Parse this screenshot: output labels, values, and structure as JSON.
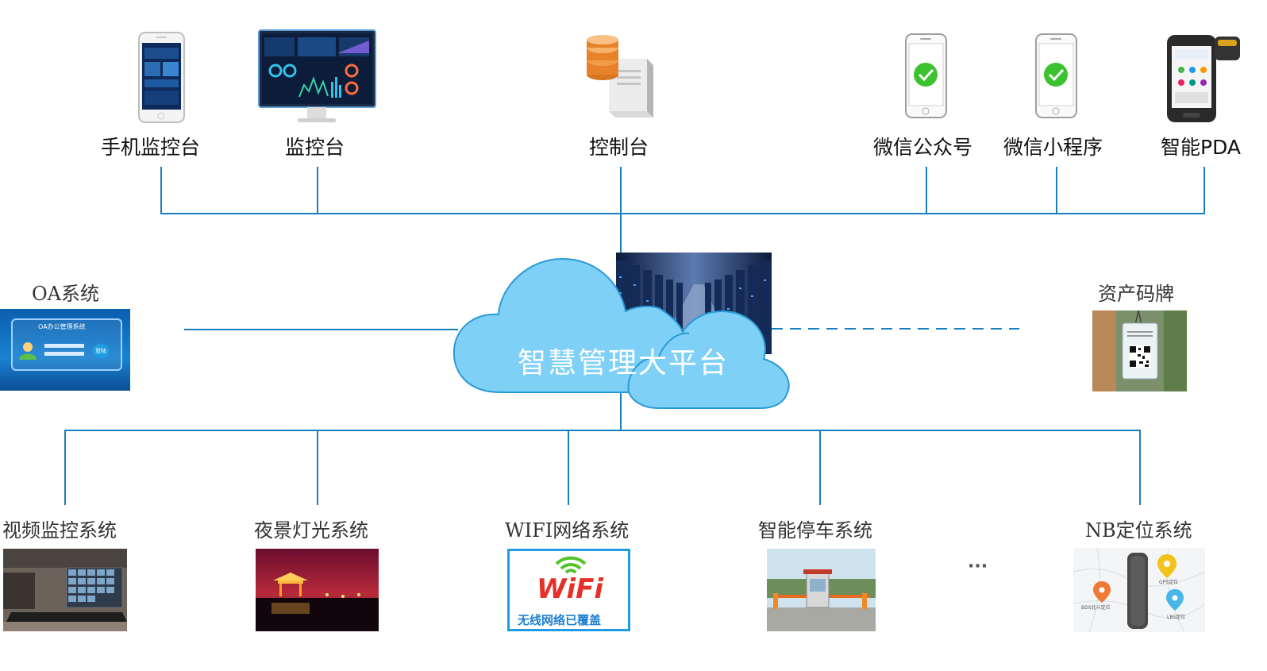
{
  "top_row": {
    "mobile_monitor": "手机监控台",
    "monitor": "监控台",
    "console": "控制台",
    "wechat_official": "微信公众号",
    "wechat_mini": "微信小程序",
    "smart_pda": "智能PDA"
  },
  "center": {
    "platform_name": "智慧管理大平台"
  },
  "side": {
    "oa_label": "OA系统",
    "oa_window_title": "OA办公管理系统",
    "oa_login_button": "登陆",
    "asset_label": "资产码牌"
  },
  "bottom_row": {
    "video": "视频监控系统",
    "night_light": "夜景灯光系统",
    "wifi": "WIFI网络系统",
    "wifi_brand": "WiFi",
    "wifi_caption": "无线网络已覆盖",
    "parking": "智能停车系统",
    "more": "···",
    "nb": "NB定位系统",
    "nb_gps": "GPS定位",
    "nb_beidou": "BDS北斗定位",
    "nb_lbs": "LBS定位"
  },
  "colors": {
    "wire": "#1a7fc1",
    "cloud_fill": "#7fd0f7",
    "cloud_stroke": "#2a9ad6"
  }
}
